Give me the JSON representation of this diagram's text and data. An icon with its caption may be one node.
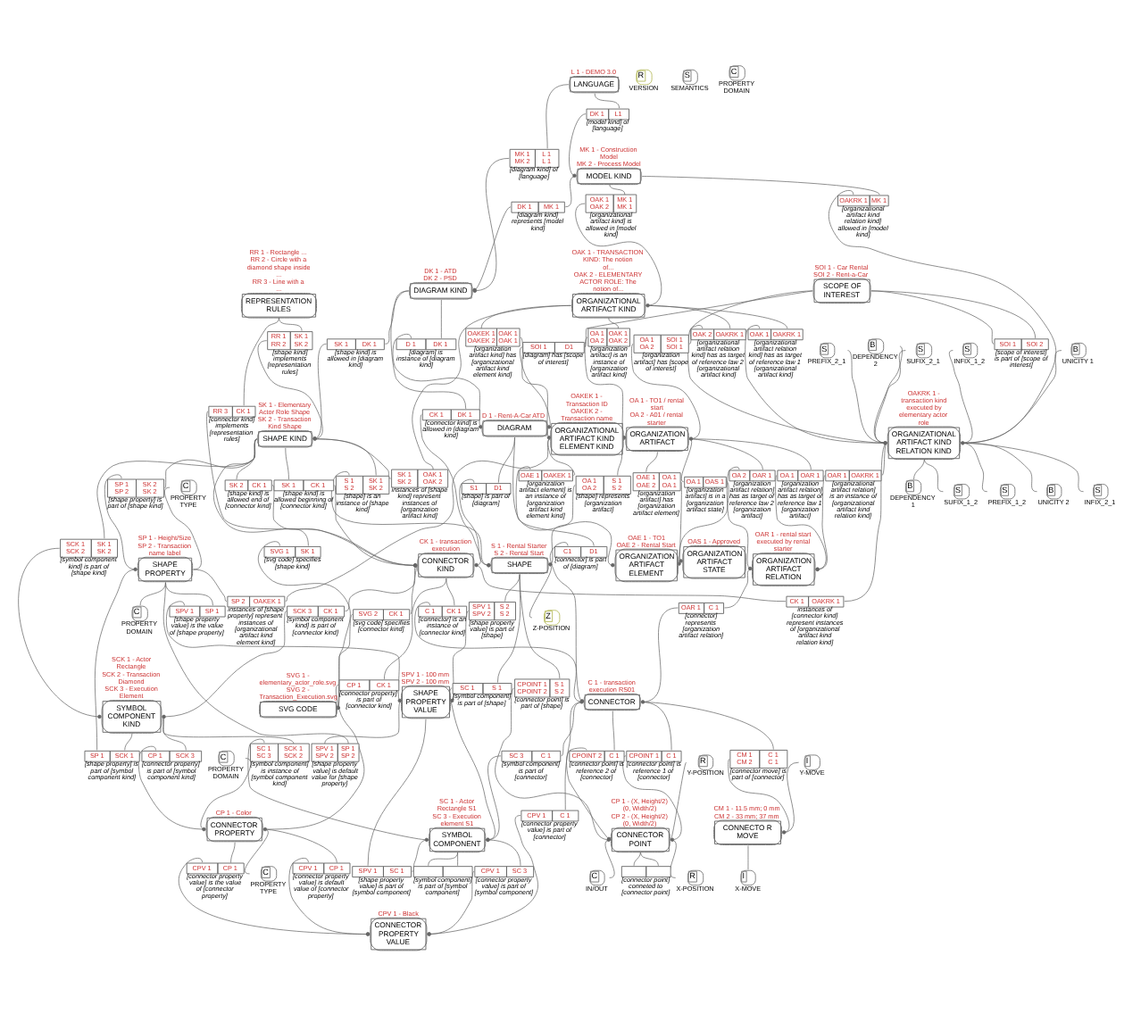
{
  "diagram": {
    "nodes": [
      {
        "text": [
          "LANGUAGE"
        ],
        "beside": [
          "L 1 - DEMO 3.0"
        ]
      },
      {
        "text": [
          "R"
        ],
        "beside": [
          "VERSION"
        ]
      },
      {
        "text": [
          "MK 1 MK 2",
          "L 1 L 1"
        ],
        "beside": [
          "[diagram kind] of [language]"
        ]
      },
      {
        "text": [
          "DIAGRAM KIND"
        ],
        "beside": [
          "DK 1 - ATD",
          "DK 2 - PSD"
        ]
      },
      {
        "text": [
          "D 1",
          "DK 1"
        ],
        "beside": [
          "[diagram] is instance of [diagram kind]"
        ]
      },
      {
        "text": [
          "DIAGRAM"
        ],
        "beside": [
          "D 1 - Rent-A-Car ATD"
        ]
      },
      {
        "text": [
          "C1",
          "D1"
        ],
        "beside": [
          "[connector] is part of [diagram]"
        ]
      },
      {
        "text": [
          "DK 1",
          "L1"
        ],
        "beside": [
          "[model kind] of [language]"
        ]
      },
      {
        "text": [
          "SK 1",
          "DK 1"
        ],
        "beside": [
          "[shape kind] is allowed in [diagram kind]"
        ]
      },
      {
        "text": [
          "S1",
          "D1"
        ],
        "beside": [
          "[shape] is part of [diagram]"
        ]
      },
      {
        "text": [
          "DK 1",
          "MK 1"
        ],
        "beside": [
          "[diagram kind] represents [model kind]"
        ]
      },
      {
        "text": [
          "SOI 1",
          "D1"
        ],
        "beside": [
          "[diagram] has [scope of interest]"
        ]
      },
      {
        "text": [
          "REPRESENTATION RULES"
        ],
        "beside": [
          "RR 1 - Rectangle ...",
          "RR 2 - Circle with a diamond shape inside ...",
          "RR 3 - Line with a ..."
        ]
      },
      {
        "text": [
          "RR 1 RR 2",
          "SK 1 SK 2"
        ],
        "beside": [
          "[shape kind] implements [representation rules]"
        ]
      },
      {
        "text": [
          "SVG CODE"
        ],
        "beside": [
          "SVG 1 - elementary_actor_role.svg",
          "SVG 2 - Transaction_Execution.svg"
        ]
      },
      {
        "text": [
          "SVG 1",
          "SK 1"
        ],
        "beside": [
          "[svg code] specifies [shape kind]"
        ]
      },
      {
        "text": [
          "OAKRK 1",
          "MK 1"
        ],
        "beside": [
          "[organizational artifact kind relation kind] allowed in [model kind]"
        ]
      },
      {
        "text": [
          "MODEL KIND"
        ],
        "beside": [
          "MK 1 - Construction Model",
          "MK 2 - Process Model"
        ]
      },
      {
        "text": [
          "SHAPE KIND"
        ],
        "beside": [
          "SK 1 - Elementary Actor Role Shape",
          "SK 2 - Transaction Kind Shape"
        ]
      },
      {
        "text": [
          "S 1 S 2",
          "SK 1 SK 2"
        ],
        "beside": [
          "[shape] is an instance of [shape kind]"
        ]
      },
      {
        "text": [
          "SHAPE"
        ],
        "beside": [
          "S 1 - Rental Starter",
          "S 2 - Rental Start"
        ]
      },
      {
        "text": [
          "Z"
        ],
        "beside": [
          "Z-POSITION"
        ]
      },
      {
        "text": [
          "S"
        ],
        "beside": [
          "SEMANTICS"
        ]
      },
      {
        "text": [
          "OAK 1 OAK 2",
          "MK 1 MK 1"
        ],
        "beside": [
          "[organizational artifact kind] is allowed in [model kind]"
        ]
      },
      {
        "text": [
          "SOI 1",
          "SOI 2"
        ],
        "beside": [
          "[scope of interest] is part of [scope of interest]"
        ]
      },
      {
        "text": [
          "SK 1 SK 2",
          "OAK 1 OAK 2"
        ],
        "beside": [
          "instances of [shape kind] represent instances of [organization artifact kind]"
        ]
      },
      {
        "text": [
          "SCOPE OF INTEREST"
        ],
        "beside": [
          "SOI 1 - Car Rental",
          "SOI 2 - Rent-a-Car"
        ]
      },
      {
        "text": [
          "OA 1 OA 2",
          "S 1 S 2"
        ],
        "beside": [
          "[shape] represents [organization artifact]"
        ]
      },
      {
        "text": [
          "CPOINT 1 CPOINT 2",
          "S 1 S 2"
        ],
        "beside": [
          "[connector point] is part of [shape]"
        ]
      },
      {
        "text": [
          "ORGANIZATIONAL ARTIFACT KIND"
        ],
        "beside": [
          "OAK 1 - TRANSACTION KIND: The notion of...",
          "OAK 2 - ELEMENTARY ACTOR ROLE: The notion of..."
        ]
      },
      {
        "text": [
          "SPV 1 SPV 2",
          "SP 1 SP 2"
        ],
        "beside": [
          "[shape property value] is default value for [shape property]"
        ]
      },
      {
        "text": [
          "OA 1 OA 2",
          "OAK 1 OAK 2"
        ],
        "beside": [
          "[organization artifact] is an instance of [organization artifact kind]"
        ]
      },
      {
        "text": [
          "OA 1 OA 2",
          "SOI 1 SOI 1"
        ],
        "beside": [
          "[organization artifact] has [scope of interest]"
        ]
      },
      {
        "text": [
          "ORGANIZATION ARTIFACT"
        ],
        "beside": [
          "OA 1 - TO1 / rental start",
          "OA 2 - A01 / rental starter"
        ]
      },
      {
        "text": [
          "SP 1 SP 2",
          "SK 2 SK 2"
        ],
        "beside": [
          "[shape property] is part of [shape kind]"
        ]
      },
      {
        "text": [
          "SPV 1 SPV 2",
          "S 2 S 2"
        ],
        "beside": [
          "[shape property value] is part of [shape]"
        ]
      },
      {
        "text": [
          "ORGANIZATION ARTIFACT STATE"
        ],
        "beside": [
          "OAS 1 - Approved"
        ]
      },
      {
        "text": [
          "OA 1",
          "OAS 1"
        ],
        "beside": [
          "[organization artifact] is in a [organization artifact state]"
        ]
      },
      {
        "text": [
          "SC 1",
          "S 1"
        ],
        "beside": [
          "[symbol component] is part of [shape]"
        ]
      },
      {
        "text": [
          "OA 1",
          "OAR 1"
        ],
        "beside": [
          "[organization artifact relation] has as target of reference law 1 [organization artifact]"
        ]
      },
      {
        "text": [
          "SHAPE PROPERTY"
        ],
        "beside": [
          "SP 1 - Height/Size",
          "SP 2 - Transaction name label"
        ]
      },
      {
        "text": [
          "SHAPE PROPERTY VALUE"
        ],
        "beside": [
          "SPV 1 - 100 mm",
          "SPV 2 - 100 mm"
        ]
      },
      {
        "text": [
          "OAKEK 1 OAKEK 2",
          "OAK 1 OAK 1"
        ],
        "beside": [
          "[organization artifact kind] has [organizational artifact kind element kind]"
        ]
      },
      {
        "text": [
          "SPV 1",
          "SP 1"
        ],
        "beside": [
          "[shape property value] is the value of [shape property]"
        ]
      },
      {
        "text": [
          "OA 2",
          "OAR 1"
        ],
        "beside": [
          "[organization artifact relation] has as target of reference law 2 [organization artifact]"
        ]
      },
      {
        "text": [
          "C"
        ],
        "beside": [
          "PROPERTY DOMAIN"
        ]
      },
      {
        "text": [
          "SPV 1",
          "SC 1"
        ],
        "beside": [
          "[shape property value] is part of [symbol component]"
        ]
      },
      {
        "text": [
          "R"
        ],
        "beside": [
          "X-POSITION"
        ]
      },
      {
        "text": [
          "R"
        ],
        "beside": [
          "Y-POSITION"
        ]
      },
      {
        "text": [
          "OAE 1 OAE 2",
          "OA 1 OA 1"
        ],
        "beside": [
          "[organization artifact] has [organization artifact element]"
        ]
      },
      {
        "text": [
          "SCK 1 SCK 2",
          "SK 1 SK 2"
        ],
        "beside": [
          "[symbol component kind] is part of [shape kind]"
        ]
      },
      {
        "text": [
          "C"
        ],
        "beside": [
          "PROPERTY TYPE"
        ]
      },
      {
        "text": [
          "C"
        ],
        "beside": [
          "IN/OUT"
        ]
      },
      {
        "text": [
          "CONNECTOR POINT"
        ],
        "beside": [
          "CP 1 - (X, Height/2) (0, Width/2)",
          "CP 2 - (X, Height/2) (0, Width/2)"
        ]
      },
      {
        "text": [
          "OAE 1",
          "OAKEK 1"
        ],
        "beside": [
          "[organization artifact element] is an instance of [organization artifact kind element kind]"
        ]
      },
      {
        "text": [
          "SP 1",
          "SCK 1"
        ],
        "beside": [
          "[shape property] is part of [symbol component kind]"
        ]
      },
      {
        "text": [],
        "shape": "box",
        "beside": [
          "[symbol component] is part of [symbol component]"
        ]
      },
      {
        "text": [],
        "shape": "box",
        "beside": [
          "[connector point] conneted to [connector point]"
        ]
      },
      {
        "text": [
          "ORGANIZATIONAL ARTIFACT KIND ELEMENT KIND"
        ],
        "beside": [
          "OAKEK 1 - Transaction ID",
          "OAKEK 2 - Transaction name"
        ]
      },
      {
        "text": [
          "ORGANIZATION ARTIFACT ELEMENT"
        ],
        "beside": [
          "OAE 1 - TO1",
          "OAE 2 - Rental Start"
        ]
      },
      {
        "text": [
          "SYMBOL COMPONENT KIND"
        ],
        "beside": [
          "SCK 1 - Actor Rectangle",
          "SCK 2 - Transaction Diamond",
          "SCK 3 - Execution Element"
        ]
      },
      {
        "text": [
          "SYMBOL COMPONENT"
        ],
        "beside": [
          "SC 1 - Actor Rectangle S1",
          "SC 3 - Execution element S1"
        ]
      },
      {
        "text": [
          "CPOINT 1",
          "C 1"
        ],
        "beside": [
          "[connector point] is reference 1 of [connector]"
        ]
      },
      {
        "text": [
          "SC 1 SC 3",
          "SCK 1 SCK 2"
        ],
        "beside": [
          "[symbol component] is instance of [symbol component kind]"
        ]
      },
      {
        "text": [
          "SP 2",
          "OAKEK 1"
        ],
        "beside": [
          "instances of [shape property] represent instances of [organizational artifact kind element kind]"
        ]
      },
      {
        "text": [
          "CPOINT 2",
          "C 1"
        ],
        "beside": [
          "[connector point] is reference 2 of [connector]"
        ]
      },
      {
        "text": [
          "C"
        ],
        "beside": [
          "PROPERTY DOMAIN"
        ]
      },
      {
        "text": [
          "OAK 1",
          "OAKRK 1"
        ],
        "beside": [
          "[organizational artifact relation kind] has as target of reference law 1 [organizational artifact kind]"
        ]
      },
      {
        "text": [
          "CP 1",
          "SCK 3"
        ],
        "beside": [
          "[connector property] is part of [symbol component kind]"
        ]
      },
      {
        "text": [
          "OAR 1",
          "C 1"
        ],
        "beside": [
          "[connector] represents [organization artifact relation]"
        ]
      },
      {
        "text": [
          "SC 3",
          "C 1"
        ],
        "beside": [
          "[symbol component] is part of [connector]"
        ]
      },
      {
        "text": [
          "OAK 2",
          "OAKRK 1"
        ],
        "beside": [
          "[organizational artifact relation kind] has as target of reference law 2 [organizational artifact kind]"
        ]
      },
      {
        "text": [
          "ORGANIZATION ARTIFACT RELATION"
        ],
        "beside": [
          "OAR 1 - rental start executed by rental starter"
        ]
      },
      {
        "text": [
          "CPV 1",
          "SC 3"
        ],
        "beside": [
          "[connector property value] is part of [symbol component]"
        ]
      },
      {
        "text": [
          "CPV 1",
          "C 1"
        ],
        "beside": [
          "[connector property value] is part of [connector]"
        ]
      },
      {
        "text": [
          "CONNECTOR"
        ],
        "beside": [
          "C 1 - transaction execution RS01"
        ]
      },
      {
        "text": [
          "CONNECTOR PROPERTY VALUE"
        ],
        "beside": [
          "CPV 1 - Black"
        ]
      },
      {
        "text": [
          "CPV 1",
          "CP 1"
        ],
        "beside": [
          "[connector property value] is the value of [connector property]"
        ]
      },
      {
        "text": [
          "CONNECTOR PROPERTY"
        ],
        "beside": [
          "CP 1 - Color"
        ]
      },
      {
        "text": [
          "B"
        ],
        "beside": [
          "DEPENDENCY 1"
        ]
      },
      {
        "text": [
          "S"
        ],
        "beside": [
          "INFIX_1_2"
        ]
      },
      {
        "text": [
          "S"
        ],
        "beside": [
          "SUFIX_1_2"
        ]
      },
      {
        "text": [
          "B"
        ],
        "beside": [
          "UNICITY 1"
        ]
      },
      {
        "text": [
          "S"
        ],
        "beside": [
          "PREFIX_1_2"
        ]
      },
      {
        "text": [
          "SCK 3",
          "CK 1"
        ],
        "beside": [
          "[symbol component kind] is part of [connector kind]"
        ]
      },
      {
        "text": [
          "CPV 1",
          "CP 1"
        ],
        "beside": [
          "[connector property value] is default value of [connector property]"
        ]
      },
      {
        "text": [
          "CM 1 CM 2",
          "C 1 C 1"
        ],
        "beside": [
          "[connector move] is part of [connector]"
        ]
      },
      {
        "text": [
          "C"
        ],
        "beside": [
          "PROPERTY TYPE"
        ]
      },
      {
        "text": [
          "C"
        ],
        "beside": [
          "PROPERTY DOMAIN"
        ]
      },
      {
        "text": [
          "ORGANIZATIONAL ARTIFACT KIND RELATION KIND"
        ],
        "beside": [
          "OAKRK 1 - transaction kind executed by elementary actor role"
        ]
      },
      {
        "text": [
          "OAR 1",
          "OAKRK 1"
        ],
        "beside": [
          "[organizational artifact relation] is an instance of [organizational artifact kind relation kind]"
        ]
      },
      {
        "text": [
          "CP 1",
          "CK 1"
        ],
        "beside": [
          "[connector property] is part of [connector kind]"
        ]
      },
      {
        "text": [
          "I"
        ],
        "beside": [
          "X-MOVE"
        ]
      },
      {
        "text": [
          "CONNECTO R MOVE"
        ],
        "beside": [
          "CM 1 - 11.5 mm; 0 mm",
          "CM 2 - 33 mm; 37 mm"
        ]
      },
      {
        "text": [
          "I"
        ],
        "beside": [
          "Y-MOVE"
        ]
      },
      {
        "text": [
          "S"
        ],
        "beside": [
          "PREFIX_2_1"
        ]
      },
      {
        "text": [
          "B"
        ],
        "beside": [
          "UNICITY 2"
        ]
      },
      {
        "text": [
          "B"
        ],
        "beside": [
          "DEPENDENCY 2"
        ]
      },
      {
        "text": [
          "S"
        ],
        "beside": [
          "INFIX_2_1"
        ]
      },
      {
        "text": [
          "S"
        ],
        "beside": [
          "SUFIX_2_1"
        ]
      },
      {
        "text": [
          "CK 1",
          "OAKRK 1"
        ],
        "beside": [
          "instances of [connector kind] represent instances of [organizational artifact kind relation kind]"
        ]
      },
      {
        "text": [
          "C 1",
          "CK 1"
        ],
        "beside": [
          "[connector] is an instance of [connector kind]"
        ]
      },
      {
        "text": [
          "SVG 2",
          "CK 1"
        ],
        "beside": [
          "[svg code] specifies [connector kind]"
        ]
      },
      {
        "text": [
          "RR 3",
          "CK 1"
        ],
        "beside": [
          "[connector kind] implements [representation rules]"
        ]
      },
      {
        "text": [
          "SK 1",
          "CK 1"
        ],
        "beside": [
          "[shape kind] is allowed beginning of [connector kind]"
        ]
      },
      {
        "text": [
          "CONNECTOR KIND"
        ],
        "beside": [
          "CK 1 - transaction execution"
        ]
      },
      {
        "text": [
          "CK 1",
          "DK 1"
        ],
        "beside": [
          "[connector kind] is allowed in [diagram kind]"
        ]
      },
      {
        "text": [
          "SK 2",
          "CK 1"
        ],
        "beside": [
          "[shape kind] is allowed end of [connector kind]"
        ]
      }
    ],
    "edges": [
      {
        "from": 2,
        "to": 3,
        "arrow": "other"
      },
      {
        "from": 2,
        "to": 0,
        "arrow": "none"
      },
      {
        "from": 4,
        "to": 5,
        "arrow": "other"
      },
      {
        "from": 4,
        "to": 3,
        "arrow": "none"
      },
      {
        "from": 6,
        "to": 75,
        "arrow": "other"
      },
      {
        "from": 6,
        "to": 5,
        "arrow": "none"
      },
      {
        "from": 7,
        "to": 17,
        "arrow": "other"
      },
      {
        "from": 7,
        "to": 0,
        "arrow": "none"
      },
      {
        "from": 8,
        "to": 18,
        "arrow": "other"
      },
      {
        "from": 8,
        "to": 3,
        "arrow": "none"
      },
      {
        "from": 9,
        "to": 20,
        "arrow": "other"
      },
      {
        "from": 9,
        "to": 5,
        "arrow": "none"
      },
      {
        "from": 10,
        "to": 3,
        "arrow": "other"
      },
      {
        "from": 10,
        "to": 17,
        "arrow": "none"
      },
      {
        "from": 11,
        "to": 5,
        "arrow": "other"
      },
      {
        "from": 11,
        "to": 26,
        "arrow": "none"
      },
      {
        "from": 13,
        "to": 18,
        "arrow": "other"
      },
      {
        "from": 13,
        "to": 12,
        "arrow": "none"
      },
      {
        "from": 15,
        "to": 14,
        "arrow": "other"
      },
      {
        "from": 15,
        "to": 18,
        "arrow": "none"
      },
      {
        "from": 16,
        "to": 89,
        "arrow": "other"
      },
      {
        "from": 16,
        "to": 17,
        "arrow": "none"
      },
      {
        "from": 19,
        "to": 20,
        "arrow": "other"
      },
      {
        "from": 19,
        "to": 18,
        "arrow": "none"
      },
      {
        "from": 20,
        "to": 21,
        "arrow": "none"
      },
      {
        "from": 23,
        "to": 29,
        "arrow": "other"
      },
      {
        "from": 23,
        "to": 17,
        "arrow": "none"
      },
      {
        "from": 24,
        "to": 26,
        "arrow": "none"
      },
      {
        "from": 24,
        "to": 26,
        "arrow": "none"
      },
      {
        "from": 25,
        "to": 18,
        "arrow": "none"
      },
      {
        "from": 25,
        "to": 29,
        "arrow": "none"
      },
      {
        "from": 27,
        "to": 20,
        "arrow": "other"
      },
      {
        "from": 27,
        "to": 33,
        "arrow": "none"
      },
      {
        "from": 28,
        "to": 53,
        "arrow": "other"
      },
      {
        "from": 28,
        "to": 20,
        "arrow": "none"
      },
      {
        "from": 30,
        "to": 41,
        "arrow": "none"
      },
      {
        "from": 30,
        "to": 40,
        "arrow": "none"
      },
      {
        "from": 31,
        "to": 33,
        "arrow": "other"
      },
      {
        "from": 31,
        "to": 29,
        "arrow": "none"
      },
      {
        "from": 32,
        "to": 33,
        "arrow": "other"
      },
      {
        "from": 32,
        "to": 26,
        "arrow": "none"
      },
      {
        "from": 34,
        "to": 40,
        "arrow": "other"
      },
      {
        "from": 34,
        "to": 18,
        "arrow": "none"
      },
      {
        "from": 35,
        "to": 41,
        "arrow": "other"
      },
      {
        "from": 35,
        "to": 20,
        "arrow": "none"
      },
      {
        "from": 37,
        "to": 33,
        "arrow": "none"
      },
      {
        "from": 37,
        "to": 36,
        "arrow": "other"
      },
      {
        "from": 38,
        "to": 61,
        "arrow": "other"
      },
      {
        "from": 38,
        "to": 20,
        "arrow": "none"
      },
      {
        "from": 39,
        "to": 72,
        "arrow": "other"
      },
      {
        "from": 39,
        "to": 33,
        "arrow": "none"
      },
      {
        "from": 40,
        "to": 45,
        "arrow": "none"
      },
      {
        "from": 40,
        "to": 51,
        "arrow": "none"
      },
      {
        "from": 42,
        "to": 29,
        "arrow": "none"
      },
      {
        "from": 42,
        "to": 58,
        "arrow": "other"
      },
      {
        "from": 43,
        "to": 41,
        "arrow": "other"
      },
      {
        "from": 43,
        "to": 40,
        "arrow": "none"
      },
      {
        "from": 44,
        "to": 72,
        "arrow": "other"
      },
      {
        "from": 44,
        "to": 33,
        "arrow": "none"
      },
      {
        "from": 46,
        "to": 41,
        "arrow": "none"
      },
      {
        "from": 46,
        "to": 61,
        "arrow": "none"
      },
      {
        "from": 49,
        "to": 33,
        "arrow": "none"
      },
      {
        "from": 49,
        "to": 59,
        "arrow": "other"
      },
      {
        "from": 50,
        "to": 60,
        "arrow": "other"
      },
      {
        "from": 50,
        "to": 18,
        "arrow": "none"
      },
      {
        "from": 53,
        "to": 47,
        "arrow": "none"
      },
      {
        "from": 53,
        "to": 48,
        "arrow": "none"
      },
      {
        "from": 53,
        "to": 52,
        "arrow": "none"
      },
      {
        "from": 54,
        "to": 59,
        "arrow": "other"
      },
      {
        "from": 54,
        "to": 58,
        "arrow": "none"
      },
      {
        "from": 55,
        "to": 40,
        "arrow": "none"
      },
      {
        "from": 55,
        "to": 60,
        "arrow": "none"
      },
      {
        "from": 56,
        "to": 61,
        "arrow": "none"
      },
      {
        "from": 56,
        "to": 61,
        "arrow": "none"
      },
      {
        "from": 57,
        "to": 53,
        "arrow": "none"
      },
      {
        "from": 57,
        "to": 53,
        "arrow": "none"
      },
      {
        "from": 62,
        "to": 53,
        "arrow": "other"
      },
      {
        "from": 62,
        "to": 75,
        "arrow": "none"
      },
      {
        "from": 63,
        "to": 61,
        "arrow": "other"
      },
      {
        "from": 63,
        "to": 60,
        "arrow": "none"
      },
      {
        "from": 64,
        "to": 40,
        "arrow": "none"
      },
      {
        "from": 64,
        "to": 58,
        "arrow": "none"
      },
      {
        "from": 65,
        "to": 53,
        "arrow": "other"
      },
      {
        "from": 65,
        "to": 75,
        "arrow": "none"
      },
      {
        "from": 67,
        "to": 89,
        "arrow": "other"
      },
      {
        "from": 67,
        "to": 29,
        "arrow": "none"
      },
      {
        "from": 68,
        "to": 78,
        "arrow": "other"
      },
      {
        "from": 68,
        "to": 60,
        "arrow": "none"
      },
      {
        "from": 69,
        "to": 75,
        "arrow": "other"
      },
      {
        "from": 69,
        "to": 72,
        "arrow": "none"
      },
      {
        "from": 70,
        "to": 61,
        "arrow": "other"
      },
      {
        "from": 70,
        "to": 75,
        "arrow": "none"
      },
      {
        "from": 71,
        "to": 89,
        "arrow": "other"
      },
      {
        "from": 71,
        "to": 29,
        "arrow": "none"
      },
      {
        "from": 73,
        "to": 76,
        "arrow": "other"
      },
      {
        "from": 73,
        "to": 61,
        "arrow": "none"
      },
      {
        "from": 74,
        "to": 76,
        "arrow": "other"
      },
      {
        "from": 74,
        "to": 75,
        "arrow": "none"
      },
      {
        "from": 77,
        "to": 76,
        "arrow": "other"
      },
      {
        "from": 77,
        "to": 78,
        "arrow": "none"
      },
      {
        "from": 78,
        "to": 87,
        "arrow": "none"
      },
      {
        "from": 78,
        "to": 88,
        "arrow": "none"
      },
      {
        "from": 84,
        "to": 60,
        "arrow": "other"
      },
      {
        "from": 84,
        "to": 105,
        "arrow": "none"
      },
      {
        "from": 85,
        "to": 76,
        "arrow": "other"
      },
      {
        "from": 85,
        "to": 78,
        "arrow": "none"
      },
      {
        "from": 86,
        "to": 93,
        "arrow": "other"
      },
      {
        "from": 86,
        "to": 75,
        "arrow": "none"
      },
      {
        "from": 89,
        "to": 79,
        "arrow": "none"
      },
      {
        "from": 89,
        "to": 80,
        "arrow": "none"
      },
      {
        "from": 89,
        "to": 81,
        "arrow": "none"
      },
      {
        "from": 89,
        "to": 82,
        "arrow": "none"
      },
      {
        "from": 89,
        "to": 83,
        "arrow": "none"
      },
      {
        "from": 89,
        "to": 95,
        "arrow": "none"
      },
      {
        "from": 89,
        "to": 96,
        "arrow": "none"
      },
      {
        "from": 89,
        "to": 97,
        "arrow": "none"
      },
      {
        "from": 89,
        "to": 98,
        "arrow": "none"
      },
      {
        "from": 89,
        "to": 99,
        "arrow": "none"
      },
      {
        "from": 90,
        "to": 72,
        "arrow": "other"
      },
      {
        "from": 90,
        "to": 89,
        "arrow": "none"
      },
      {
        "from": 91,
        "to": 78,
        "arrow": "other"
      },
      {
        "from": 91,
        "to": 105,
        "arrow": "none"
      },
      {
        "from": 93,
        "to": 92,
        "arrow": "none"
      },
      {
        "from": 93,
        "to": 94,
        "arrow": "none"
      },
      {
        "from": 100,
        "to": 105,
        "arrow": "none"
      },
      {
        "from": 100,
        "to": 89,
        "arrow": "none"
      },
      {
        "from": 101,
        "to": 75,
        "arrow": "other"
      },
      {
        "from": 101,
        "to": 105,
        "arrow": "none"
      },
      {
        "from": 102,
        "to": 14,
        "arrow": "other"
      },
      {
        "from": 102,
        "to": 105,
        "arrow": "none"
      },
      {
        "from": 103,
        "to": 105,
        "arrow": "other"
      },
      {
        "from": 103,
        "to": 12,
        "arrow": "none"
      },
      {
        "from": 104,
        "to": 18,
        "arrow": "none"
      },
      {
        "from": 104,
        "to": 105,
        "arrow": "other"
      },
      {
        "from": 106,
        "to": 105,
        "arrow": "other"
      },
      {
        "from": 106,
        "to": 3,
        "arrow": "none"
      },
      {
        "from": 107,
        "to": 18,
        "arrow": "none"
      },
      {
        "from": 107,
        "to": 105,
        "arrow": "other"
      }
    ]
  }
}
